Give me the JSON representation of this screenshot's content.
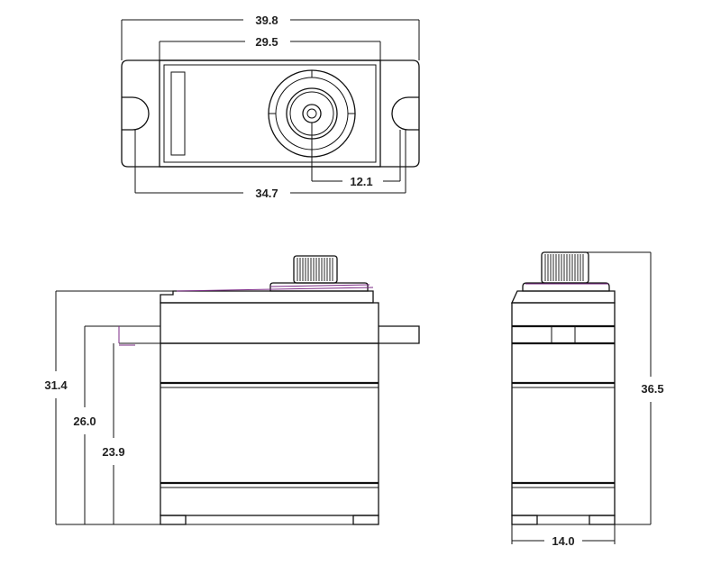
{
  "dimensions": {
    "top_width_overall": "39.8",
    "top_width_body": "29.5",
    "top_hole_spacing": "34.7",
    "top_shaft_offset": "12.1",
    "front_height_total": "31.4",
    "front_height_tabs": "26.0",
    "front_height_mount": "23.9",
    "side_height_total": "36.5",
    "side_width": "14.0"
  },
  "colors": {
    "line": "#111111",
    "accent": "#7b2a86",
    "background": "#ffffff"
  }
}
